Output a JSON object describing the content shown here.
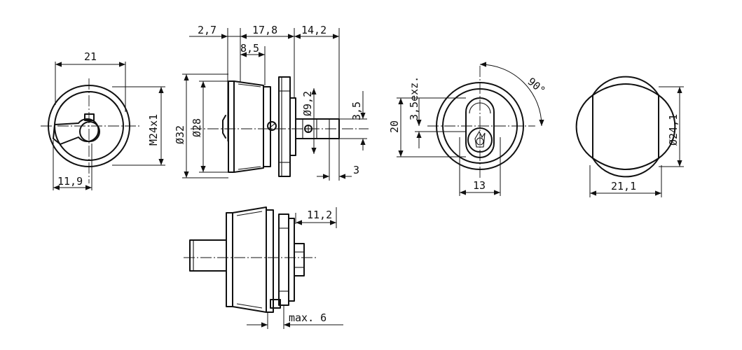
{
  "dimensions": {
    "front_width": "21",
    "front_offset": "11,9",
    "thread": "M24x1",
    "cam_thickness": "2,7",
    "body_length": "17,8",
    "plug_length": "8,5",
    "shaft_length": "14,2",
    "flange_diameter": "Ø32",
    "body_diameter": "Ø28",
    "shaft_diameter": "Ø9,2",
    "shaft_flat": "3,5",
    "shaft_end": "3",
    "bottom_projection": "11,2",
    "max_panel": "max. 6",
    "angle": "90°",
    "key_height": "20",
    "eccentric": "3,5exz.",
    "key_width": "13",
    "flat_diameter": "Ø24,1",
    "flat_width": "21,1"
  }
}
